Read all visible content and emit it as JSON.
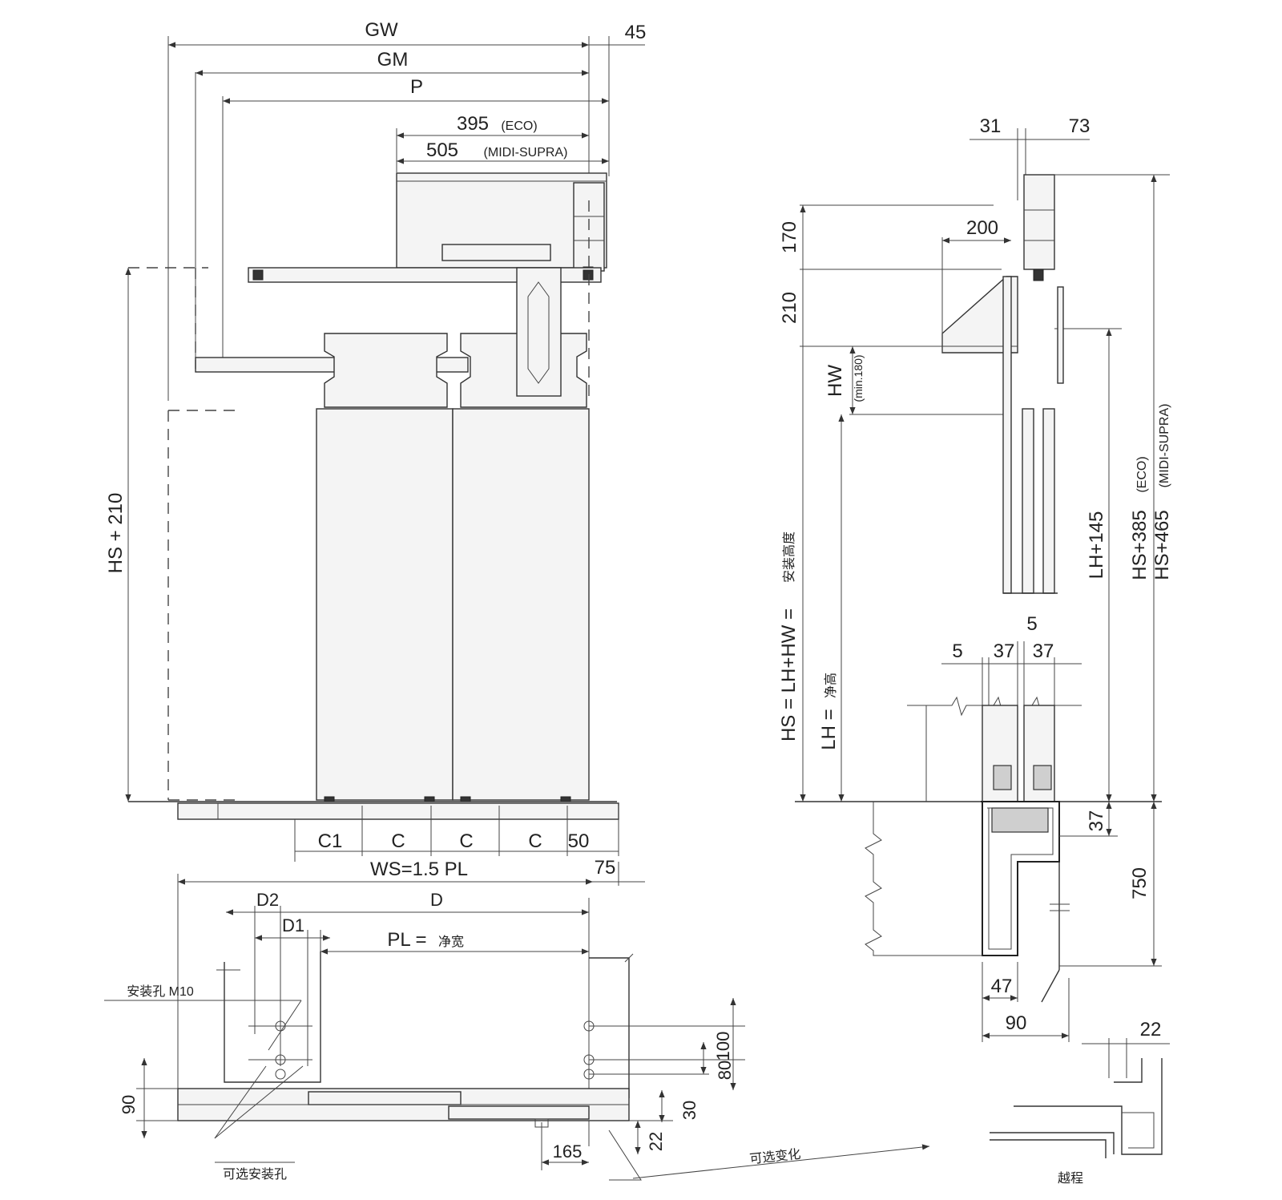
{
  "front_view": {
    "gw": "GW",
    "dim45": "45",
    "gm": "GM",
    "p": "P",
    "dim395": "395",
    "eco_paren": "(ECO)",
    "dim505": "505",
    "midi_supra_paren": "(MIDI-SUPRA)",
    "hs210": "HS + 210",
    "c1": "C1",
    "c": "C",
    "dim50": "50",
    "ws": "WS=1.5 PL",
    "dim75": "75"
  },
  "plan_view": {
    "d2": "D2",
    "d": "D",
    "d1": "D1",
    "pl": "PL =",
    "pl_cn": "净宽",
    "mount_hole": "安装孔 M10",
    "optional_holes": "可选安装孔",
    "dim100": "100",
    "dim80": "80",
    "dim90": "90",
    "dim30": "30",
    "dim165": "165",
    "dim22": "22",
    "variation": "可选变化"
  },
  "side_view": {
    "dim31": "31",
    "dim73": "73",
    "dim200": "200",
    "dim170": "170",
    "dim210": "210",
    "hw": "HW",
    "hw_min": "(min.180)",
    "hs_formula": "HS = LH+HW =",
    "hs_cn": "安装高度",
    "lh": "LH =",
    "lh_cn": "净高",
    "lh145": "LH+145",
    "hs385": "HS+385",
    "eco_paren": "(ECO)",
    "hs465": "HS+465",
    "midi_supra_paren": "(MIDI-SUPRA)",
    "dim5a": "5",
    "dim5b": "5",
    "dim37a": "37",
    "dim37b": "37",
    "dim37c": "37",
    "dim750": "750",
    "dim47": "47",
    "dim90": "90",
    "dim22": "22",
    "overtravel": "越程"
  }
}
